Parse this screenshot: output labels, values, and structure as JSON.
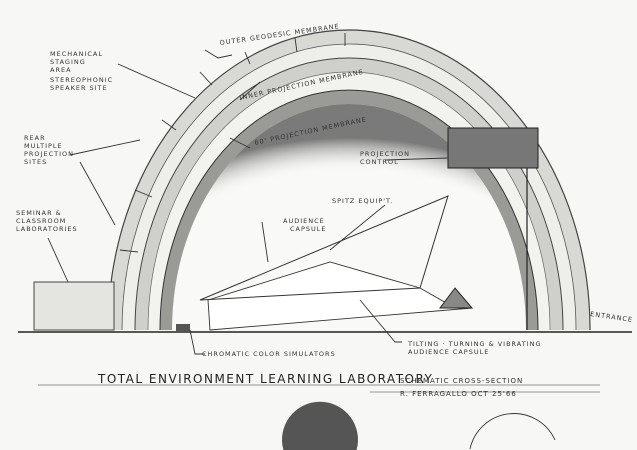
{
  "title": "TOTAL ENVIRONMENT LEARNING LABORATORY",
  "subtitle": "SCHEMATIC CROSS-SECTION",
  "author_line": "R. FERRAGALLO  OCT 25'66",
  "labels": {
    "outer_membrane": "OUTER GEODESIC MEMBRANE",
    "inner_membrane": "INNER PROJECTION MEMBRANE",
    "projection_60": "60' PROJECTION MEMBRANE",
    "mechanical": [
      "MECHANICAL",
      "STAGING",
      "AREA"
    ],
    "speaker": [
      "STEREOPHONIC",
      "SPEAKER SITE"
    ],
    "rear_projection": [
      "REAR",
      "MULTIPLE",
      "PROJECTION",
      "SITES"
    ],
    "seminar": [
      "SEMINAR &",
      "CLASSROOM",
      "LABORATORIES"
    ],
    "projection_control": [
      "PROJECTION",
      "CONTROL"
    ],
    "spitz": "SPITZ EQUIP'T.",
    "audience_capsule": [
      "AUDIENCE",
      "CAPSULE"
    ],
    "chromatic": "CHROMATIC COLOR SIMULATORS",
    "tilting": [
      "TILTING · TURNING & VIBRATING",
      "AUDIENCE CAPSULE"
    ],
    "entrance": "ENTRANCE"
  }
}
